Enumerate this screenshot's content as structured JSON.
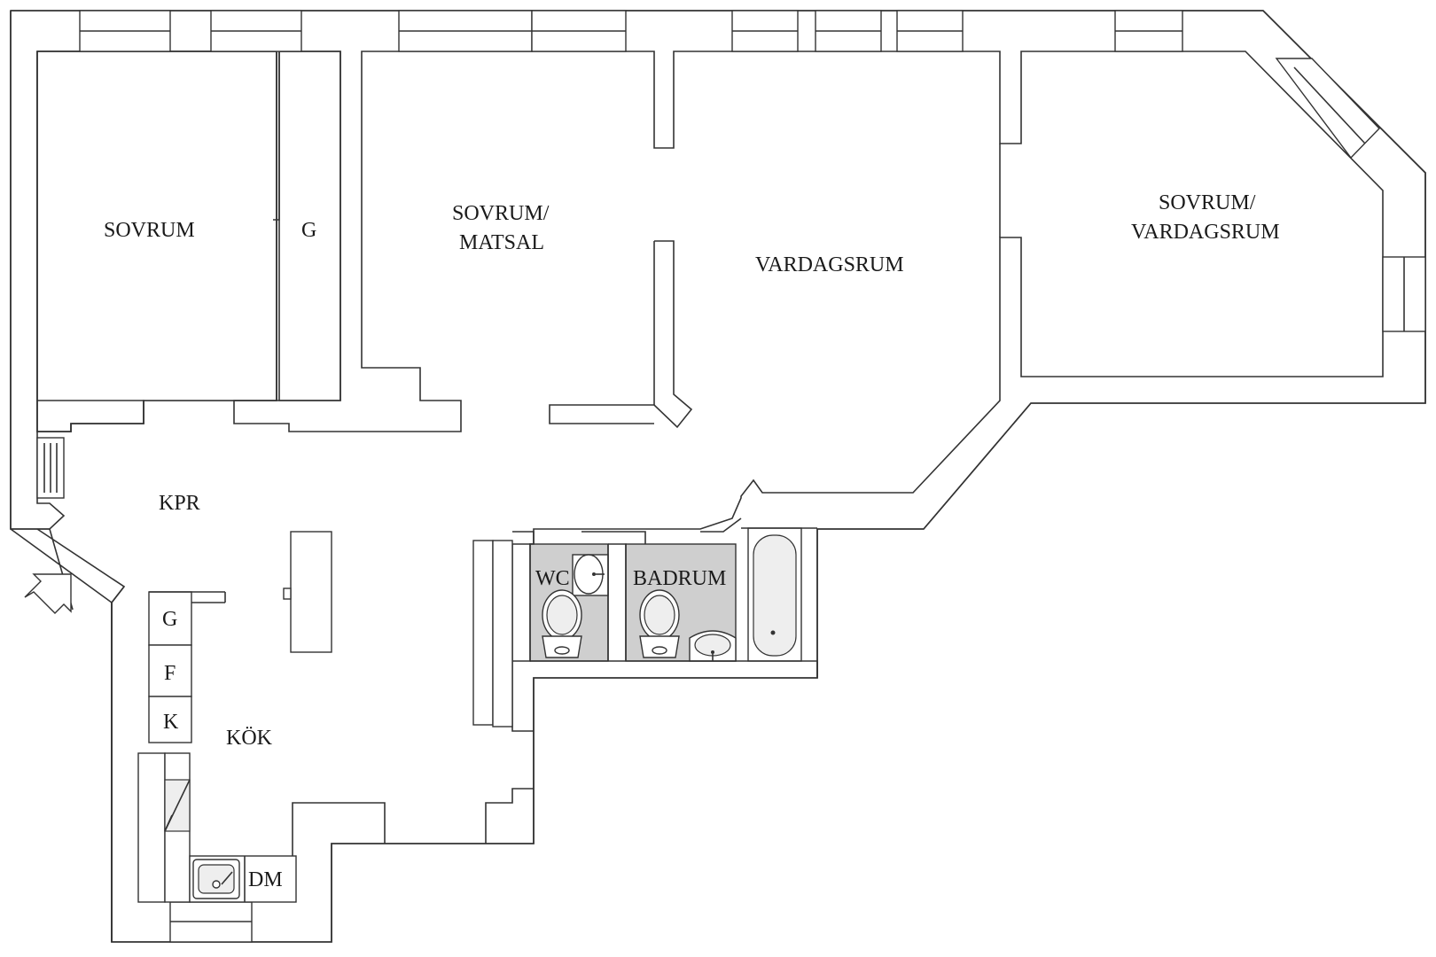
{
  "rooms": {
    "bedroom_left": "SOVRUM",
    "closet_top": "G",
    "bedroom_dining": [
      "SOVRUM/",
      "MATSAL"
    ],
    "living_room": "VARDAGSRUM",
    "bedroom_living": [
      "SOVRUM/",
      "VARDAGSRUM"
    ],
    "hallway": "KPR",
    "wc": "WC",
    "bathroom": "BADRUM",
    "kitchen": "KÖK",
    "kitchen_closet": "G",
    "freezer": "F",
    "fridge": "K",
    "dishwasher": "DM"
  },
  "colors": {
    "wall_stroke": "#333333",
    "wet_room_fill": "#cfcfcf",
    "background": "#ffffff"
  },
  "icons": [
    "entrance-arrow-icon",
    "toilet-icon",
    "sink-icon",
    "bathtub-icon",
    "kitchen-sink-icon",
    "radiator-icon",
    "stove-icon"
  ]
}
